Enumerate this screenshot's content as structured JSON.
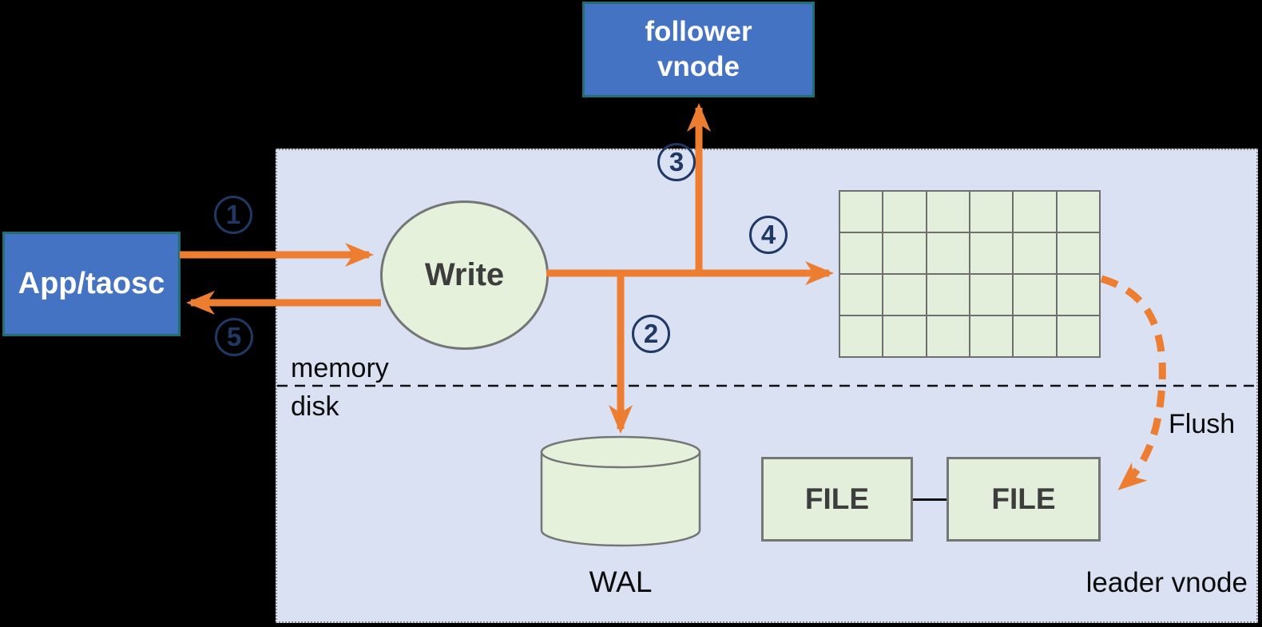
{
  "nodes": {
    "follower_vnode": {
      "line1": "follower",
      "line2": "vnode"
    },
    "app_taosc": {
      "label": "App/taosc"
    },
    "write": {
      "label": "Write"
    },
    "wal": {
      "label": "WAL"
    },
    "file_left": {
      "label": "FILE"
    },
    "file_right": {
      "label": "FILE"
    }
  },
  "labels": {
    "memory": "memory",
    "disk": "disk",
    "flush": "Flush",
    "leader_vnode": "leader vnode"
  },
  "steps": [
    {
      "number": "1"
    },
    {
      "number": "2"
    },
    {
      "number": "3"
    },
    {
      "number": "4"
    },
    {
      "number": "5"
    }
  ],
  "memtable": {
    "rows": 4,
    "cols": 6
  },
  "colors": {
    "background": "#000000",
    "panel_fill": "#DAE1F3",
    "node_blue_fill": "#4473C4",
    "node_blue_border": "#216E74",
    "shape_green_fill": "#E6F1DB",
    "shape_border_gray": "#757575",
    "grid_line_gray": "#6F6F6F",
    "arrow_orange": "#ED7D31",
    "step_badge_navy": "#1F3864"
  }
}
